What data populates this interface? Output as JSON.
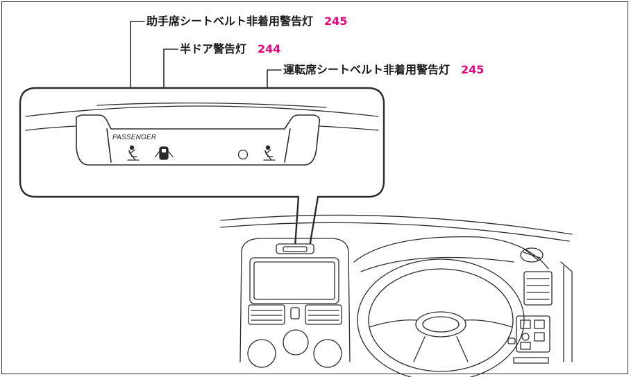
{
  "callouts": {
    "passenger_seatbelt": {
      "label": "助手席シートベルト非着用警告灯",
      "page": "245"
    },
    "door_ajar": {
      "label": "半ドア警告灯",
      "page": "244"
    },
    "driver_seatbelt": {
      "label": "運転席シートベルト非着用警告灯",
      "page": "245"
    }
  },
  "panel": {
    "passenger_text": "PASSENGER"
  },
  "icons": [
    "passenger-seatbelt-icon",
    "door-ajar-icon",
    "indicator-circle-icon",
    "driver-seatbelt-icon"
  ],
  "colors": {
    "page_ref": "#e4007f",
    "line": "#2b2b2b"
  }
}
